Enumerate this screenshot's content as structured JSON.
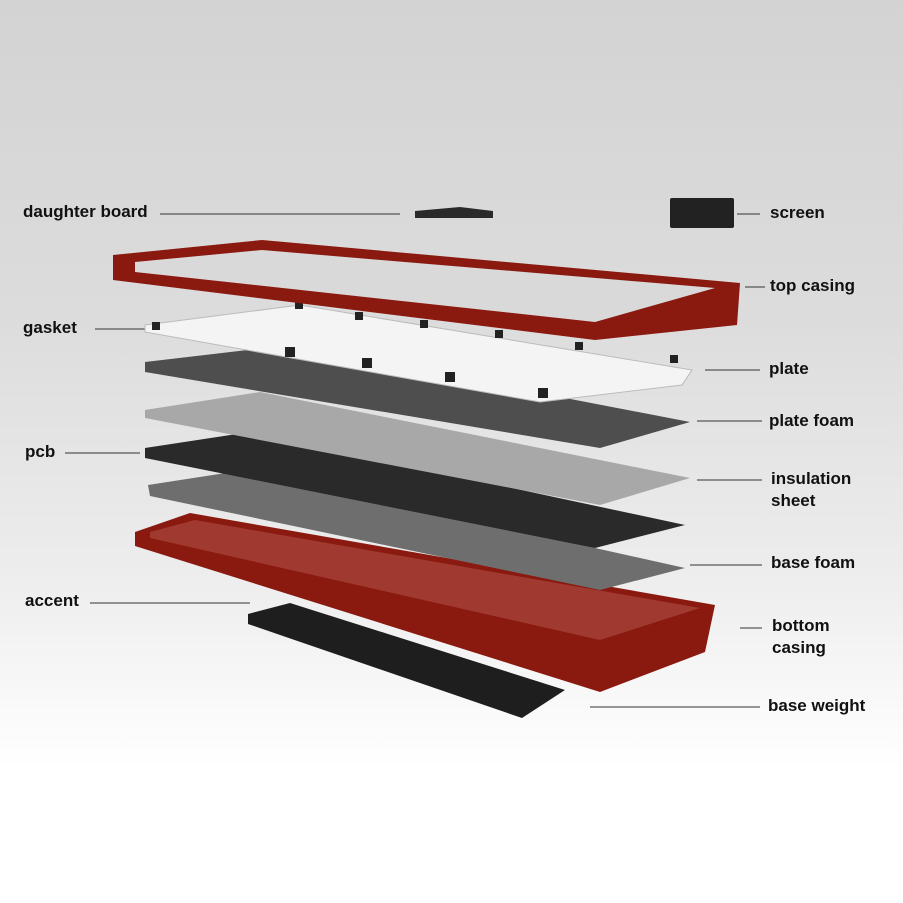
{
  "title": "Keyboard exploded view",
  "labels": {
    "daughter_board": "daughter board",
    "screen": "screen",
    "top_casing": "top casing",
    "gasket": "gasket",
    "plate": "plate",
    "plate_foam": "plate foam",
    "insulation_sheet_1": "insulation",
    "insulation_sheet_2": "sheet",
    "pcb": "pcb",
    "base_foam": "base foam",
    "accent": "accent",
    "bottom_casing_1": "bottom",
    "bottom_casing_2": "casing",
    "base_weight": "base weight"
  },
  "colors": {
    "case_red": "#8a1a10",
    "plate": "#f4f4f4",
    "foam": "#555555",
    "insulation": "#a8a8a8",
    "pcb": "#2a2a2a",
    "weight": "#1e1e1e"
  }
}
